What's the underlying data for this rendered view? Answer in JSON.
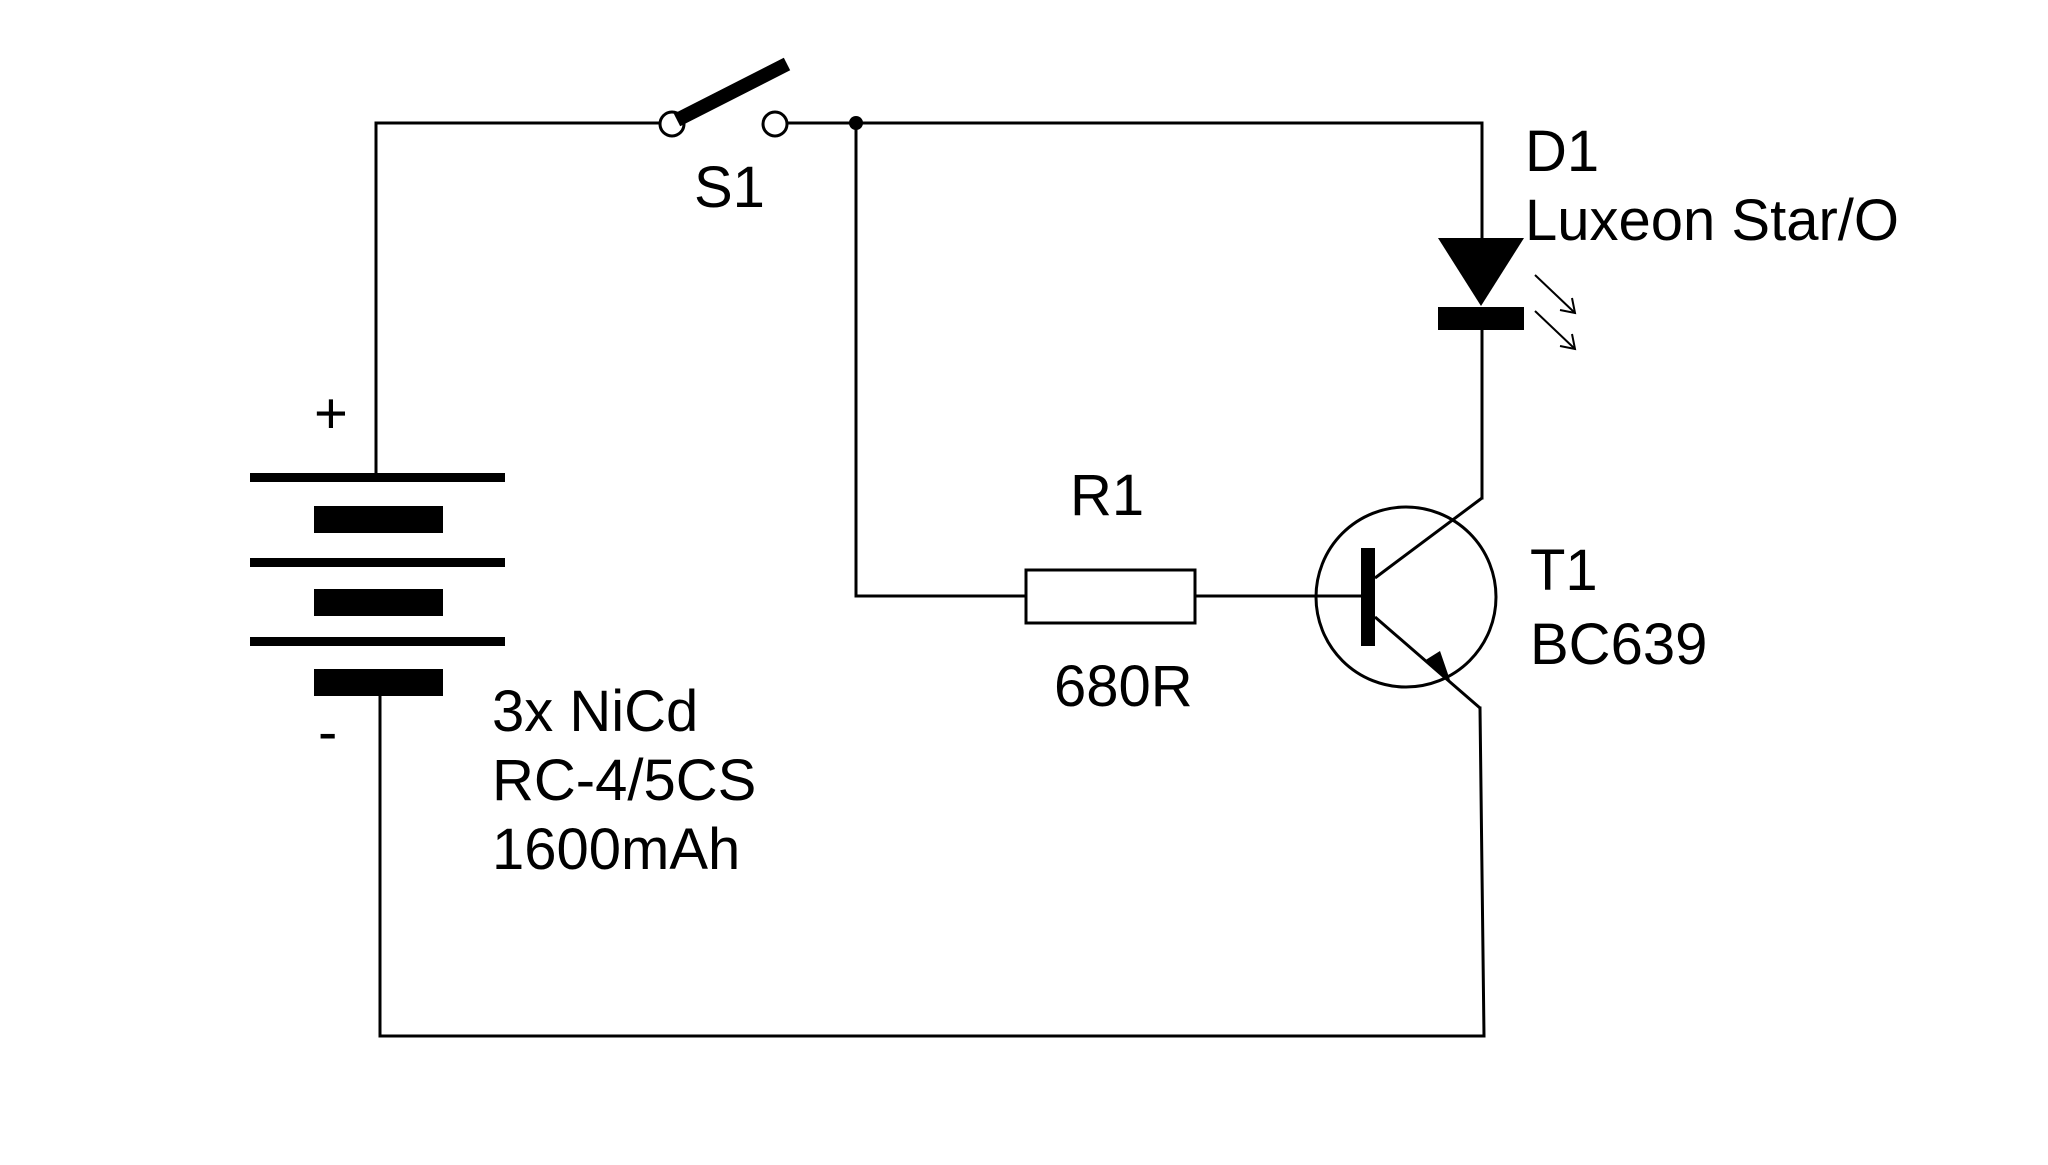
{
  "colors": {
    "background": "#ffffff",
    "ink": "#000000"
  },
  "components": {
    "switch": {
      "designator": "S1"
    },
    "led": {
      "designator": "D1",
      "part": "Luxeon Star/O"
    },
    "resistor": {
      "designator": "R1",
      "value": "680R"
    },
    "transistor": {
      "designator": "T1",
      "part": "BC639"
    },
    "battery": {
      "plus": "+",
      "minus": "-",
      "line1": "3x NiCd",
      "line2": "RC-4/5CS",
      "line3": "1600mAh"
    }
  }
}
